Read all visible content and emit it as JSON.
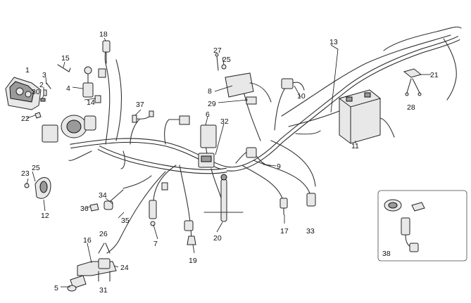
{
  "callouts": {
    "c1": "1",
    "c2": "2",
    "c3": "3",
    "c4": "4",
    "c5": "5",
    "c6": "6",
    "c7": "7",
    "c8": "8",
    "c9": "9",
    "c10": "10",
    "c11": "11",
    "c12": "12",
    "c13": "13",
    "c14": "14",
    "c15": "15",
    "c16": "16",
    "c17": "17",
    "c18": "18",
    "c19": "19",
    "c20": "20",
    "c21": "21",
    "c22": "22",
    "c23": "23",
    "c24": "24",
    "c25a": "25",
    "c25b": "25",
    "c26": "26",
    "c27": "27",
    "c28": "28",
    "c29": "29",
    "c30": "30",
    "c31": "31",
    "c32": "32",
    "c33": "33",
    "c34": "34",
    "c35": "35",
    "c36": "36",
    "c37": "37",
    "c38": "38"
  }
}
